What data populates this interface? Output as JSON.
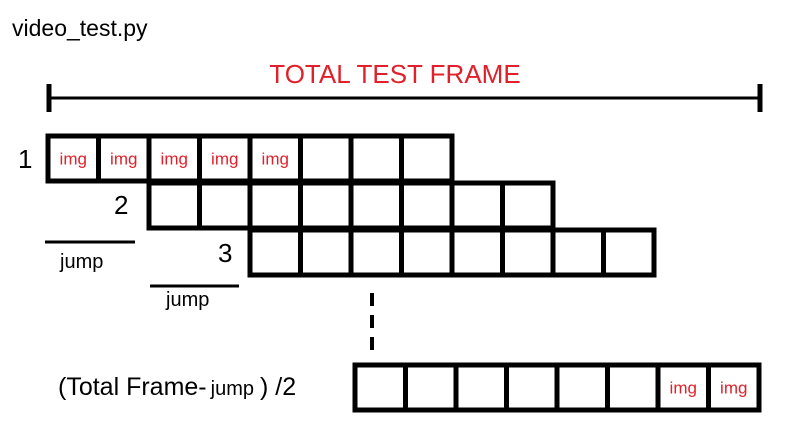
{
  "file_title": "video_test.py",
  "total_label": "TOTAL TEST FRAME",
  "rows": [
    {
      "label": "1",
      "frames": 8,
      "img_frames": [
        0,
        1,
        2,
        3,
        4
      ],
      "img_label": "img"
    },
    {
      "label": "2",
      "frames": 8,
      "img_frames": [],
      "img_label": "img"
    },
    {
      "label": "3",
      "frames": 8,
      "img_frames": [],
      "img_label": "img"
    },
    {
      "label": "",
      "frames": 8,
      "img_frames": [
        6,
        7
      ],
      "img_label": "img"
    }
  ],
  "jump_label_1": "jump",
  "jump_label_2": "jump",
  "formula": {
    "prefix": "(Total Frame-",
    "jump": "jump",
    "suffix": ") /2"
  },
  "colors": {
    "accent": "#e0202a",
    "line": "#000000",
    "text": "#000000"
  }
}
